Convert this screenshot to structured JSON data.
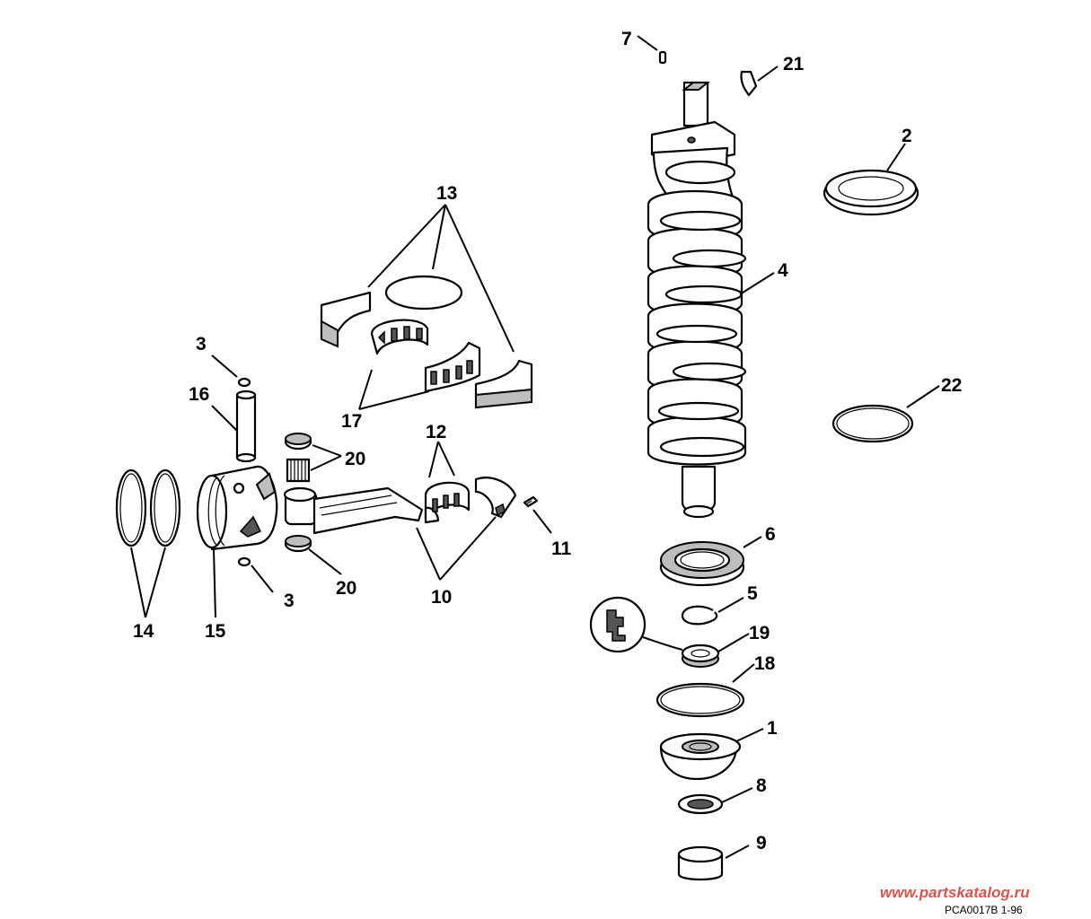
{
  "callouts": {
    "c1": "1",
    "c2": "2",
    "c3a": "3",
    "c3b": "3",
    "c4": "4",
    "c5": "5",
    "c6": "6",
    "c7": "7",
    "c8": "8",
    "c9": "9",
    "c10": "10",
    "c11": "11",
    "c12": "12",
    "c13": "13",
    "c14": "14",
    "c15": "15",
    "c16": "16",
    "c17": "17",
    "c18": "18",
    "c19": "19",
    "c20a": "20",
    "c20b": "20",
    "c21": "21",
    "c22": "22"
  },
  "footer": {
    "watermark": "www.partskatalog.ru",
    "code": "PCA0017B   1-96"
  }
}
